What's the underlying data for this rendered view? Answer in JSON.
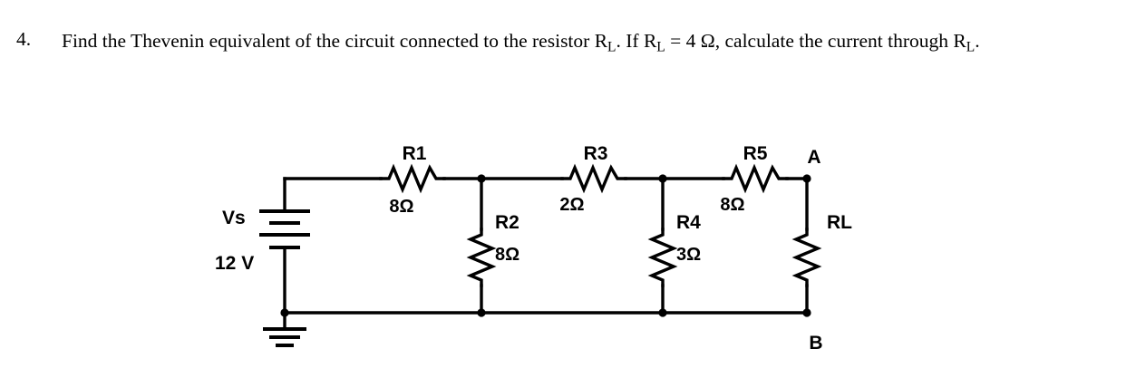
{
  "question": {
    "number": "4.",
    "line1_a": "Find the Thevenin equivalent of the circuit connected to the resistor R",
    "line1_sub1": "L",
    "line1_b": ". If R",
    "line1_sub2": "L",
    "line1_c": " = 4 Ω, calculate the",
    "line2_a": "current through R",
    "line2_sub": "L",
    "line2_b": "."
  },
  "circuit": {
    "source": {
      "name_label": "Vs",
      "value_label": "12 V",
      "symbol": "battery-symbol",
      "ground": "ground-symbol"
    },
    "components": [
      {
        "id": "R1",
        "name": "R1",
        "value": "8Ω",
        "orientation": "horizontal"
      },
      {
        "id": "R2",
        "name": "R2",
        "value": "8Ω",
        "orientation": "vertical"
      },
      {
        "id": "R3",
        "name": "R3",
        "value": "2Ω",
        "orientation": "horizontal"
      },
      {
        "id": "R4",
        "name": "R4",
        "value": "3Ω",
        "orientation": "vertical"
      },
      {
        "id": "R5",
        "name": "R5",
        "value": "8Ω",
        "orientation": "horizontal"
      },
      {
        "id": "RL",
        "name": "RL",
        "value": "",
        "orientation": "vertical"
      }
    ],
    "terminals": [
      {
        "id": "A",
        "label": "A"
      },
      {
        "id": "B",
        "label": "B"
      }
    ],
    "colors": {
      "wire": "#000000",
      "text": "#000000",
      "background": "#ffffff"
    }
  }
}
